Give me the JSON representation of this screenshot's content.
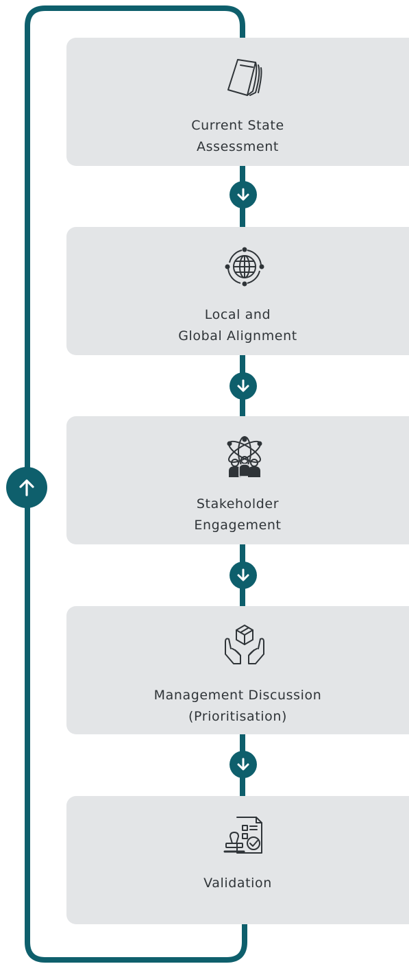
{
  "colors": {
    "accent": "#0e5f6c",
    "card_bg": "#e3e5e7",
    "text": "#2f3438"
  },
  "steps": [
    {
      "icon": "documents-icon",
      "lines": [
        "Current State",
        "Assessment"
      ]
    },
    {
      "icon": "globe-network-icon",
      "lines": [
        "Local and",
        "Global Alignment"
      ]
    },
    {
      "icon": "stakeholder-group-icon",
      "lines": [
        "Stakeholder",
        "Engagement"
      ]
    },
    {
      "icon": "hands-cube-icon",
      "lines": [
        "Management Discussion",
        "(Prioritisation)"
      ]
    },
    {
      "icon": "approval-stamp-icon",
      "lines": [
        "Validation"
      ]
    }
  ],
  "connectors": {
    "down_icon": "arrow-down-icon",
    "loop_icon": "arrow-up-icon"
  }
}
